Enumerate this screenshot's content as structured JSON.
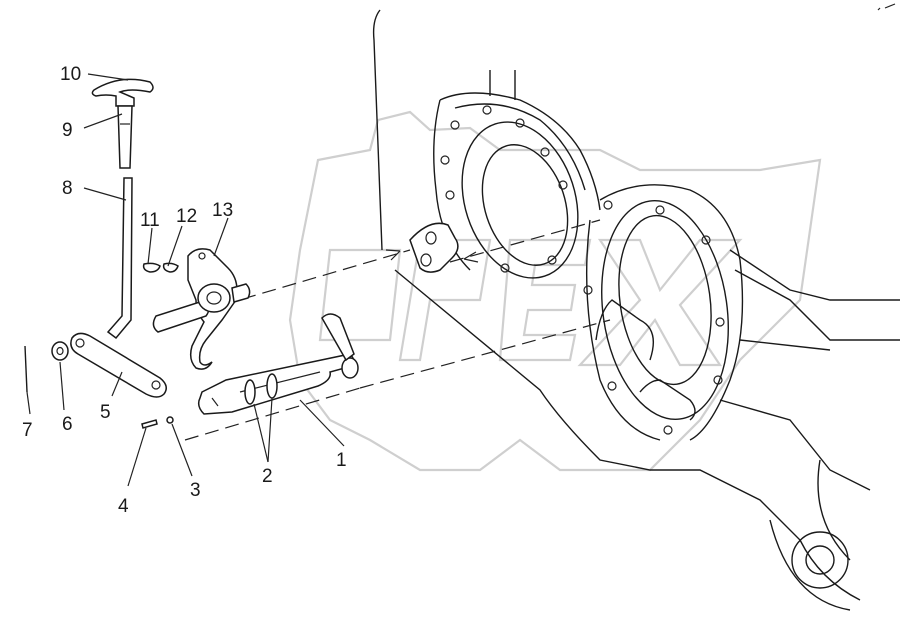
{
  "diagram": {
    "callouts": [
      {
        "id": "1",
        "text": "1"
      },
      {
        "id": "2",
        "text": "2"
      },
      {
        "id": "3",
        "text": "3"
      },
      {
        "id": "4",
        "text": "4"
      },
      {
        "id": "5",
        "text": "5"
      },
      {
        "id": "6",
        "text": "6"
      },
      {
        "id": "7",
        "text": "7"
      },
      {
        "id": "8",
        "text": "8"
      },
      {
        "id": "9",
        "text": "9"
      },
      {
        "id": "10",
        "text": "10"
      },
      {
        "id": "11",
        "text": "11"
      },
      {
        "id": "12",
        "text": "12"
      },
      {
        "id": "13",
        "text": "13"
      }
    ],
    "watermark": "OPEX"
  }
}
